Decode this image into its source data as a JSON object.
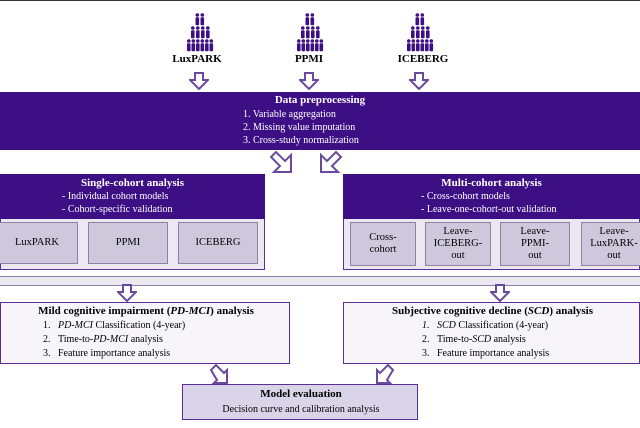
{
  "cohorts": [
    {
      "label": "LuxPARK",
      "icon": "people-group-icon"
    },
    {
      "label": "PPMI",
      "icon": "people-group-icon"
    },
    {
      "label": "ICEBERG",
      "icon": "people-group-icon"
    }
  ],
  "preprocessing": {
    "title": "Data preprocessing",
    "steps": [
      "1.   Variable aggregation",
      "2.   Missing value imputation",
      "3.   Cross-study normalization"
    ]
  },
  "single_cohort": {
    "title": "Single-cohort analysis",
    "bullets": [
      "-   Individual cohort models",
      "-   Cohort-specific validation"
    ],
    "items": [
      "LuxPARK",
      "PPMI",
      "ICEBERG"
    ]
  },
  "multi_cohort": {
    "title": "Multi-cohort analysis",
    "bullets": [
      "-   Cross-cohort models",
      "-   Leave-one-cohort-out validation"
    ],
    "items": [
      "Cross-\ncohort",
      "Leave-\nICEBERG-\nout",
      "Leave-\nPPMI-\nout",
      "Leave-\nLuxPARK-\nout"
    ]
  },
  "mci": {
    "title_prefix": "Mild cognitive impairment (",
    "title_em": "PD-MCI",
    "title_suffix": ") analysis",
    "steps": [
      {
        "num": "1.",
        "em": "PD-MCI",
        "text": " Classification (4-year)",
        "em_first": true
      },
      {
        "num": "2.",
        "pre": "Time-to-",
        "em": "PD-MCI",
        "text": " analysis"
      },
      {
        "num": "3.",
        "pre": "Feature importance analysis",
        "em": "",
        "text": ""
      }
    ]
  },
  "scd": {
    "title_prefix": "Subjective cognitive decline (",
    "title_em": "SCD",
    "title_suffix": ") analysis",
    "steps": [
      {
        "num": "1.",
        "em": "SCD",
        "text": " Classification (4-year)",
        "em_first": true
      },
      {
        "num": "2.",
        "pre": "Time-to-",
        "em": "SCD",
        "text": " analysis"
      },
      {
        "num": "3.",
        "pre": "Feature importance analysis",
        "em": "",
        "text": ""
      }
    ]
  },
  "evaluation": {
    "title": "Model evaluation",
    "subtitle": "Decision curve and calibration analysis"
  },
  "colors": {
    "purple": "#3d0f85",
    "lilac": "#ebe8f2",
    "item": "#cdc8dc",
    "arrow": "#6a4a9c"
  }
}
